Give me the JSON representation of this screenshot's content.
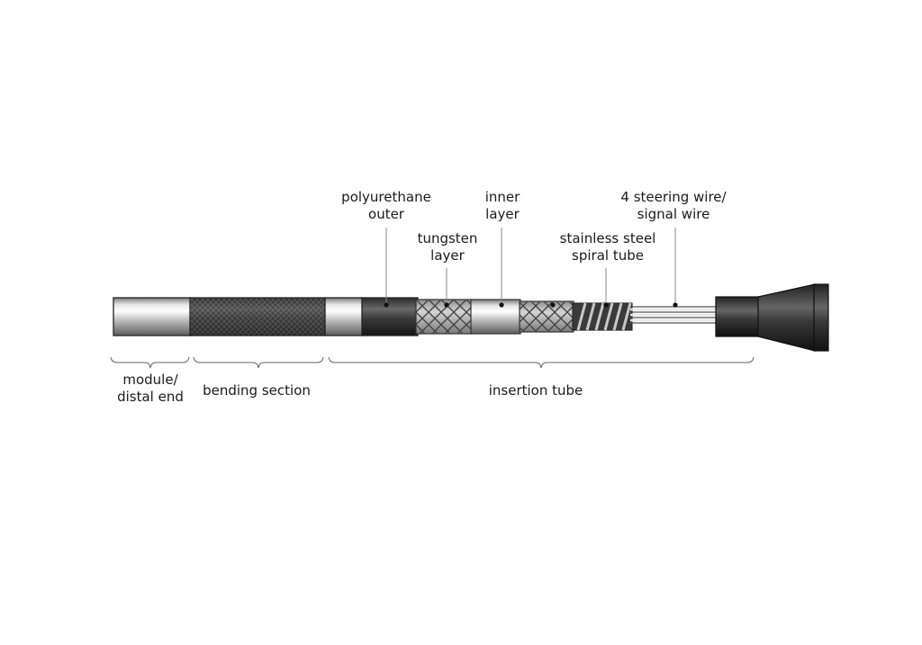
{
  "labels": {
    "polyurethane_outer": {
      "line1": "polyurethane",
      "line2": "outer"
    },
    "inner_layer": {
      "line1": "inner",
      "line2": "layer"
    },
    "steering_wire": {
      "line1": "4 steering wire/",
      "line2": "signal wire"
    },
    "tungsten_layer": {
      "line1": "tungsten",
      "line2": "layer"
    },
    "stainless_spiral": {
      "line1": "stainless steel",
      "line2": "spiral tube"
    }
  },
  "sections": {
    "module": {
      "line1": "module/",
      "line2": "distal end"
    },
    "bending": "bending section",
    "insertion": "insertion tube"
  }
}
